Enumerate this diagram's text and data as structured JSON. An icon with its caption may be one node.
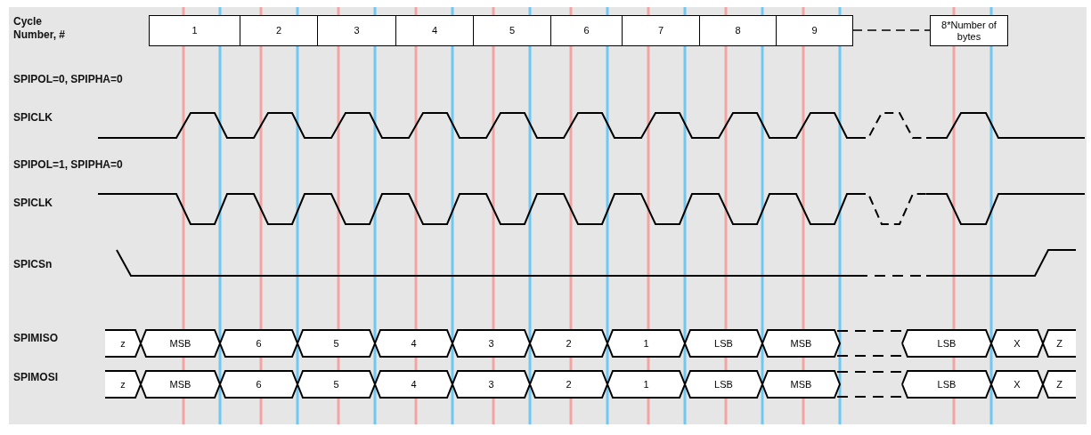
{
  "diagram": {
    "nodes": [
      {
        "text": [
          "1"
        ]
      },
      {
        "text": [
          "2"
        ]
      },
      {
        "text": [
          "3"
        ]
      },
      {
        "text": [
          "4"
        ]
      },
      {
        "text": [
          "5"
        ]
      },
      {
        "text": [
          "6"
        ]
      },
      {
        "text": [
          "7"
        ]
      },
      {
        "text": [
          "8"
        ]
      },
      {
        "text": [
          "9"
        ]
      },
      {
        "text": [
          "8*Number of bytes"
        ]
      },
      {
        "text": [
          "z"
        ]
      },
      {
        "text": [
          "MSB"
        ]
      },
      {
        "text": [
          "6"
        ]
      },
      {
        "text": [
          "5"
        ]
      },
      {
        "text": [
          "4"
        ]
      },
      {
        "text": [
          "3"
        ]
      },
      {
        "text": [
          "2"
        ]
      },
      {
        "text": [
          "1"
        ]
      },
      {
        "text": [
          "LSB"
        ]
      },
      {
        "text": [
          "MSB"
        ]
      },
      {
        "text": [
          "LSB"
        ]
      },
      {
        "text": [
          "X"
        ]
      },
      {
        "text": [
          "Z"
        ]
      },
      {
        "text": [
          "z"
        ]
      },
      {
        "text": [
          "MSB"
        ]
      },
      {
        "text": [
          "6"
        ]
      },
      {
        "text": [
          "5"
        ]
      },
      {
        "text": [
          "4"
        ]
      },
      {
        "text": [
          "3"
        ]
      },
      {
        "text": [
          "2"
        ]
      },
      {
        "text": [
          "1"
        ]
      },
      {
        "text": [
          "LSB"
        ]
      },
      {
        "text": [
          "MSB"
        ]
      },
      {
        "text": [
          "LSB"
        ]
      },
      {
        "text": [
          "X"
        ]
      },
      {
        "text": [
          "Z"
        ]
      }
    ],
    "edges": [
      {
        "from": 8,
        "to": 9,
        "arrow": "none",
        "style": "dashed"
      },
      {
        "from": 19,
        "to": 20,
        "arrow": "none",
        "style": "dashed"
      },
      {
        "from": 19,
        "to": 20,
        "arrow": "none",
        "style": "dashed"
      },
      {
        "from": 32,
        "to": 33,
        "arrow": "none",
        "style": "dashed"
      },
      {
        "from": 32,
        "to": 33,
        "arrow": "none",
        "style": "dashed"
      }
    ],
    "labels": [
      "Cycle Number, #",
      "SPIPOL=0, SPIPHA=0",
      "SPICLK",
      "SPIPOL=1, SPIPHA=0",
      "SPICLK",
      "SPICSn",
      "SPIMISO",
      "SPIMOSI"
    ]
  }
}
